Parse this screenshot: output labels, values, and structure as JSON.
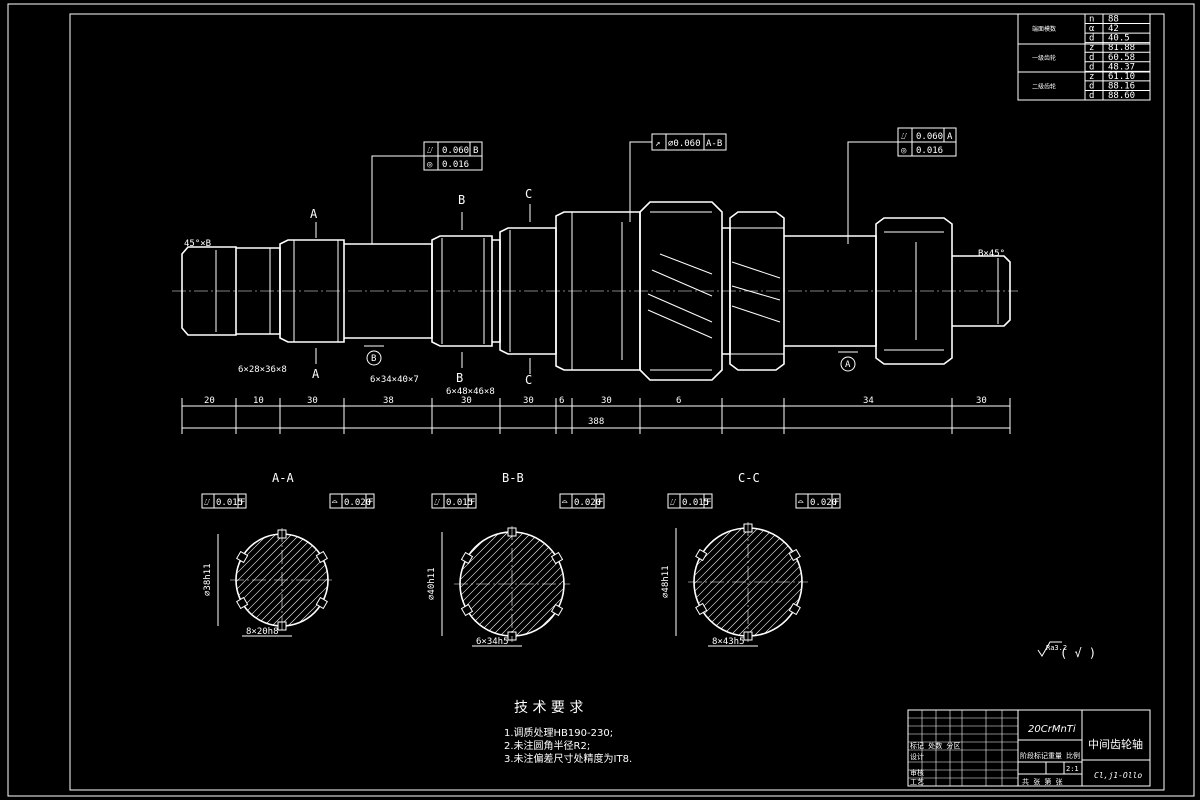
{
  "param_table": {
    "rows": [
      {
        "label": "端面模数",
        "sym": "n",
        "val": "88"
      },
      {
        "label": "",
        "sym": "α",
        "val": "42"
      },
      {
        "label": "",
        "sym": "d",
        "val": "40.5"
      },
      {
        "label": "一级齿轮",
        "sym": "z",
        "val": "81.88"
      },
      {
        "label": "",
        "sym": "d",
        "val": "60.58"
      },
      {
        "label": "",
        "sym": "d",
        "val": "48.37"
      },
      {
        "label": "二级齿轮",
        "sym": "z",
        "val": "61.10"
      },
      {
        "label": "",
        "sym": "d",
        "val": "88.16"
      },
      {
        "label": "",
        "sym": "d",
        "val": "88.60"
      }
    ]
  },
  "tolerance_frames": {
    "top_left": {
      "r1_sym": "⌰",
      "r1_val": "0.060",
      "r1_ref": "B",
      "r2_sym": "◎",
      "r2_val": "0.016"
    },
    "top_middle": {
      "sym": "↗",
      "val": "∅0.060",
      "ref": "A-B"
    },
    "top_right": {
      "r1_sym": "⌰",
      "r1_val": "0.060",
      "r1_ref": "A",
      "r2_sym": "◎",
      "r2_val": "0.016"
    }
  },
  "section_labels": {
    "A_top": "A",
    "A_bottom": "A",
    "B_top": "B",
    "B_bottom": "B",
    "C_top": "C",
    "C_bottom": "C"
  },
  "datum_circles": {
    "B": "B",
    "A": "A"
  },
  "dimensions": {
    "bottom_row": [
      "20",
      "10",
      "30",
      "38",
      "30",
      "30",
      "6",
      "30",
      "6",
      "34",
      "30"
    ],
    "overall": "388",
    "chamfer_left": "45°×B",
    "chamfer_right": "B×45°"
  },
  "spline_notes": {
    "left": "6×28×36×8",
    "mid": "6×34×40×7",
    "mid2": "6×48×46×8"
  },
  "sections": [
    {
      "title": "A-A",
      "tol1_sym": "⌰",
      "tol1_val": "0.015",
      "tol1_ref": "F",
      "tol2_sym": "⌓",
      "tol2_val": "0.020",
      "tol2_ref": "F",
      "dia": "∅38h11",
      "bottom": "8×20h8"
    },
    {
      "title": "B-B",
      "tol1_sym": "⌰",
      "tol1_val": "0.015",
      "tol1_ref": "F",
      "tol2_sym": "⌓",
      "tol2_val": "0.020",
      "tol2_ref": "F",
      "dia": "∅40h11",
      "bottom": "6×34h5"
    },
    {
      "title": "C-C",
      "tol1_sym": "⌰",
      "tol1_val": "0.015",
      "tol1_ref": "F",
      "tol2_sym": "⌓",
      "tol2_val": "0.020",
      "tol2_ref": "F",
      "dia": "∅48h11",
      "bottom": "8×43h5"
    }
  ],
  "roughness_note": "( √ )",
  "roughness_value": "Ra3.2",
  "tech_req": {
    "title": "技 术 要 求",
    "items": [
      "1.调质处理HB190-230;",
      "2.未注圆角半径R2;",
      "3.未注偏差尺寸处精度为IT8."
    ]
  },
  "title_block": {
    "material": "20CrMnTi",
    "part_name": "中间齿轮轴",
    "drawing_no": "Cl,j1-Ollo",
    "scale": "2:1",
    "label_design": "设计",
    "label_check": "审核",
    "label_process": "工艺",
    "label_stage": "阶段标记",
    "label_weight": "重量",
    "label_scale": "比例",
    "label_sheets": "共 张 第 张",
    "label_marks": "标记 处数 分区"
  }
}
